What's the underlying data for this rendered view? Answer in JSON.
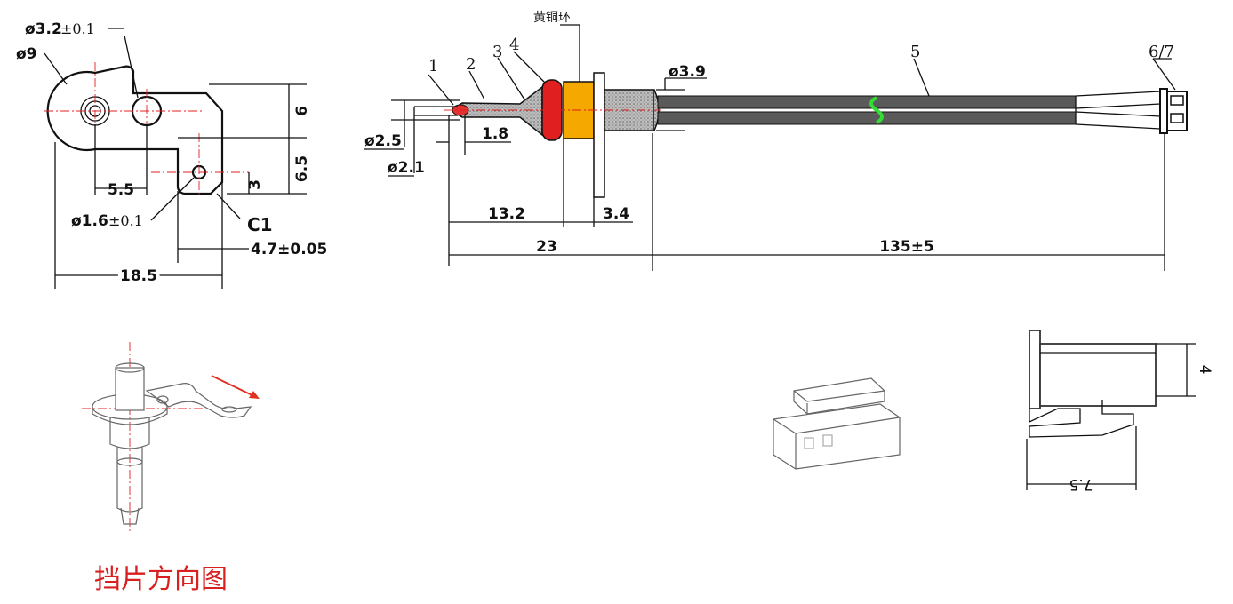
{
  "top_view": {
    "d_hole": "ø3.2",
    "d_hole_tol": "±0.1",
    "d_outer": "ø9",
    "d_small": "ø1.6",
    "d_small_tol": "±0.1",
    "dim_6": "6",
    "dim_6_5": "6.5",
    "dim_3": "3",
    "dim_5_5": "5.5",
    "chamfer": "C1",
    "dim_4_7": "4.7±0.05",
    "dim_18_5": "18.5"
  },
  "side_view": {
    "brass_ring": "黄铜环",
    "callouts": [
      "1",
      "2",
      "3",
      "4",
      "5",
      "6/7"
    ],
    "d_3_9": "ø3.9",
    "d_2_5": "ø2.5",
    "d_2_1": "ø2.1",
    "dim_1_8": "1.8",
    "dim_13_2": "13.2",
    "dim_3_4": "3.4",
    "dim_23": "23",
    "dim_135": "135±5"
  },
  "connector": {
    "dim_4": "4",
    "dim_7_5": "7.5"
  },
  "caption": "挡片方向图",
  "colors": {
    "sensor_tip": "#e53030",
    "seal_ring": "#e02020",
    "brass_ring": "#f5a800",
    "break_mark": "#33dd33",
    "center_line": "#e02020"
  }
}
